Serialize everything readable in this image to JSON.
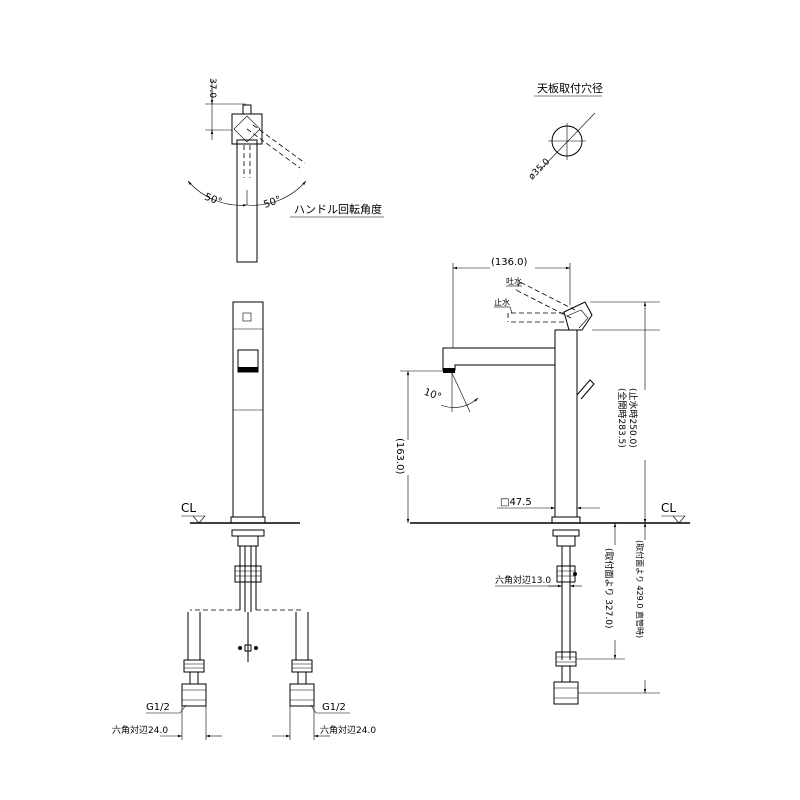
{
  "top_view": {
    "dim_37": "37.0",
    "angle_left": "50°",
    "angle_right": "50°",
    "caption": "ハンドル回転角度"
  },
  "hole": {
    "title": "天板取付穴径",
    "dia": "ø35.0"
  },
  "side_view": {
    "dim_136": "(136.0)",
    "label_supply": "吐水",
    "label_stop": "止水",
    "angle_10": "10°",
    "dim_163": "(163.0)",
    "dim_283": "(全開時283.5)",
    "dim_250": "(止水時250.0)",
    "dim_square": "□47.5",
    "cl": "CL",
    "hex_13": "六角対辺13.0",
    "dim_327": "(取付面より 327.0)",
    "dim_429": "(取付面より 429.0 直管時)"
  },
  "front_view": {
    "cl": "CL",
    "g_left": "G1/2",
    "g_right": "G1/2",
    "hex_left": "六角対辺24.0",
    "hex_right": "六角対辺24.0"
  }
}
